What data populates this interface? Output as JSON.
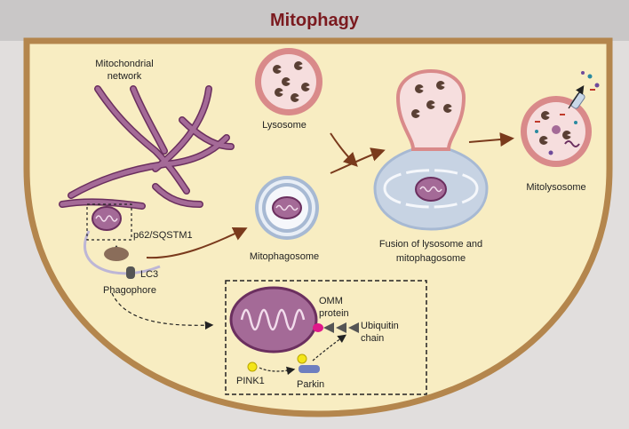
{
  "title": "Mitophagy",
  "labels": {
    "mito_network": [
      "Mitochondrial",
      "network"
    ],
    "p62": "p62/SQSTM1",
    "lc3": "LC3",
    "phagophore": "Phagophore",
    "lysosome": "Lysosome",
    "mitophagosome": "Mitophagosome",
    "fusion": [
      "Fusion of lysosome and",
      "mitophagosome"
    ],
    "mitolysosome": "Mitolysosome",
    "omm": [
      "OMM",
      "protein"
    ],
    "ubiquitin": [
      "Ubiquitin",
      "chain"
    ],
    "pink1": "PINK1",
    "parkin": "Parkin"
  },
  "colors": {
    "title": "#7b1a1f",
    "header_bg": "#c9c7c7",
    "page_bg": "#e1dedd",
    "cell_fill": "#f8edc2",
    "cell_border": "#b4864d",
    "mito_fill": "#a46a97",
    "mito_outline": "#6b2f5f",
    "lysosome_outer": "#d98a8a",
    "lysosome_inner": "#f6dede",
    "mitophagosome_ring": "#a7b9d3",
    "arrow": "#7a3a1c",
    "omm_protein": "#e0188a",
    "pink1": "#f3e519",
    "parkin": "#6e7fbf",
    "ubiquitin": "#555555"
  }
}
